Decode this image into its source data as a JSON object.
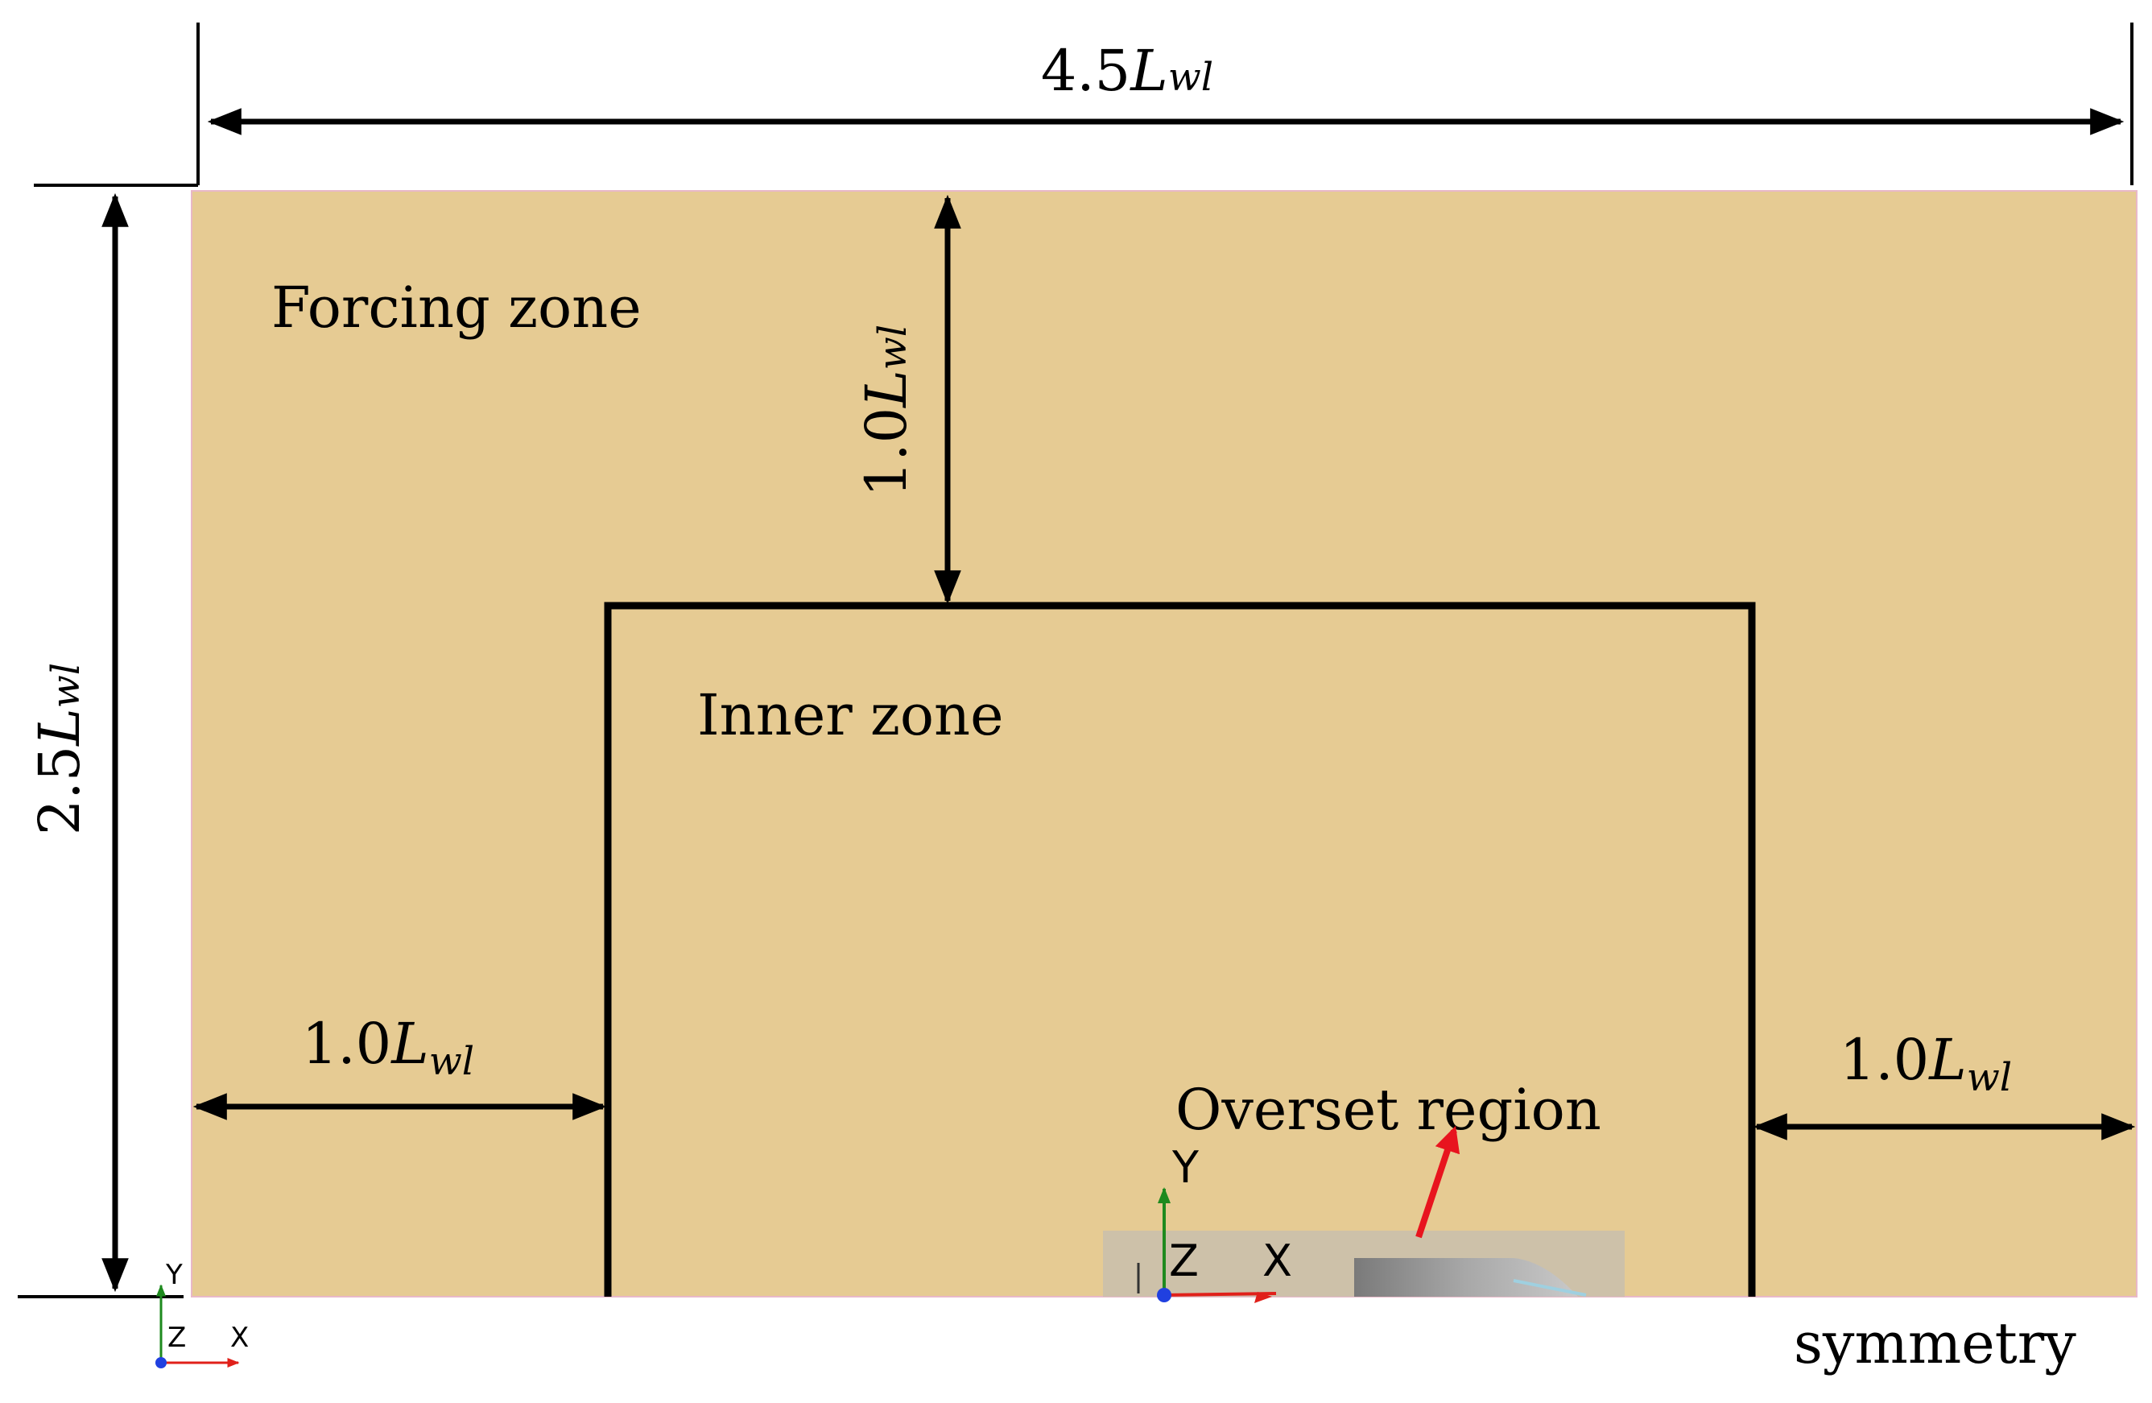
{
  "colors": {
    "domain_fill": "#e6cb93",
    "domain_edge": "#e8b8c8",
    "line": "#000000",
    "overset_box": "#c8c0ad",
    "hull_dark": "#8a8a8a",
    "axis_y": "#1e8a1e",
    "axis_x": "#e0201a",
    "axis_z": "#2040e0",
    "pointer_arrow": "#e8141e"
  },
  "labels": {
    "forcing_zone": "Forcing zone",
    "inner_zone": "Inner zone",
    "overset_region": "Overset region",
    "symmetry": "symmetry"
  },
  "dimensions": {
    "total_width": {
      "value": "4.5",
      "symbol": "L",
      "subscript": "wl"
    },
    "total_height": {
      "value": "2.5",
      "symbol": "L",
      "subscript": "wl"
    },
    "top_gap": {
      "value": "1.0",
      "symbol": "L",
      "subscript": "wl"
    },
    "left_gap": {
      "value": "1.0",
      "symbol": "L",
      "subscript": "wl"
    },
    "right_gap": {
      "value": "1.0",
      "symbol": "L",
      "subscript": "wl"
    }
  },
  "axes": {
    "main_triad": {
      "y": "Y",
      "z": "Z",
      "x": "X"
    },
    "corner_triad": {
      "y": "Y",
      "z": "Z",
      "x": "X"
    }
  },
  "icons": {
    "dimension_arrow": "double-headed-arrow-icon",
    "pointer_arrow": "red-arrow-icon",
    "axis_triad": "coordinate-axes-icon"
  }
}
